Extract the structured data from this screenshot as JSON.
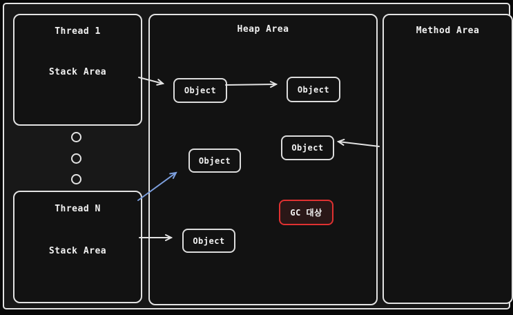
{
  "thread1": {
    "title": "Thread 1",
    "area_label": "Stack Area"
  },
  "thread_n": {
    "title": "Thread N",
    "area_label": "Stack Area"
  },
  "heap": {
    "title": "Heap Area",
    "objects": [
      {
        "label": "Object"
      },
      {
        "label": "Object"
      },
      {
        "label": "Object"
      },
      {
        "label": "Object"
      },
      {
        "label": "Object"
      }
    ],
    "gc_target_label": "GC 대상"
  },
  "method_area": {
    "title": "Method Area"
  },
  "colors": {
    "canvas_bg": "#181818",
    "box_bg": "#121212",
    "stroke": "#e3e3e3",
    "gc_border": "#e03131",
    "gc_bg": "#2a1717",
    "blue_arrow": "#7d9fdd",
    "white_arrow": "#e3e3e3"
  }
}
